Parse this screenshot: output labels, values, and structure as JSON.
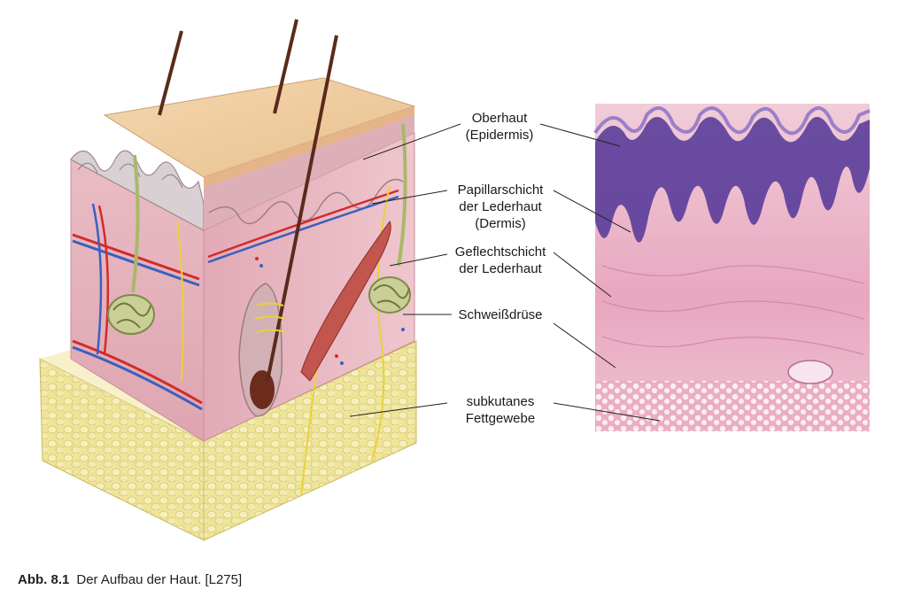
{
  "labels": {
    "epidermis": [
      "Oberhaut",
      "(Epidermis)"
    ],
    "papillary": [
      "Papillarschicht",
      "der Lederhaut",
      "(Dermis)"
    ],
    "reticular": [
      "Geflechtschicht",
      "der Lederhaut"
    ],
    "sweat_gland": [
      "Schweißdrüse"
    ],
    "subcutis": [
      "subkutanes",
      "Fettgewebe"
    ]
  },
  "caption": {
    "number": "Abb. 8.1",
    "text": "Der Aufbau der Haut. [L275]"
  },
  "colors": {
    "epidermis_top": "#f2d0a4",
    "dermis": "#e7b6bf",
    "fat": "#efe6a0",
    "artery": "#d22b2b",
    "vein": "#3a5fc0",
    "nerve": "#e9d23a",
    "hair": "#5a2a1a",
    "histo_pink": "#e8a9c2",
    "histo_purple": "#5a3d9a"
  }
}
